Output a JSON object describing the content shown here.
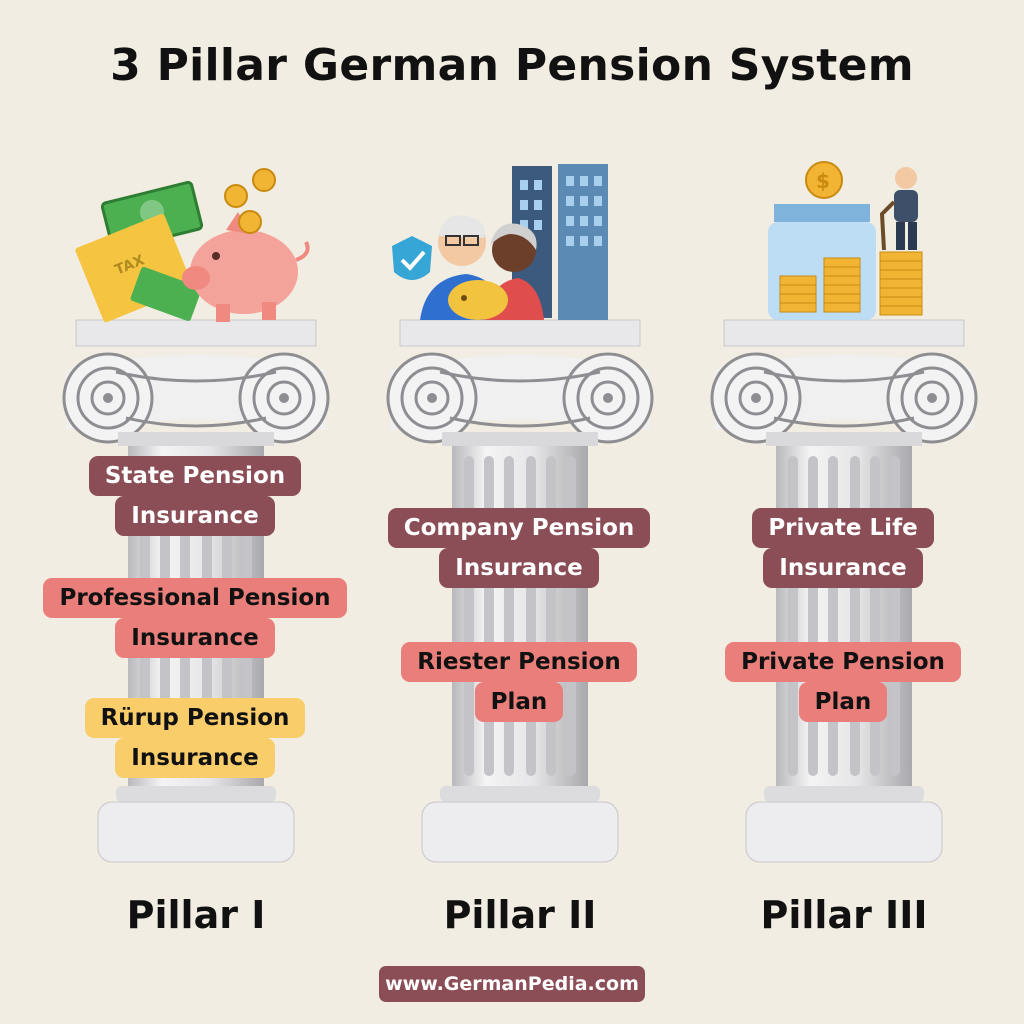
{
  "title": "3 Pillar German Pension System",
  "illustrations": {
    "pillar1": {
      "icons": [
        "money-bill-icon",
        "tax-document-icon",
        "piggy-bank-icon",
        "coin-icon"
      ],
      "tax_text": "TAX"
    },
    "pillar2": {
      "icons": [
        "shield-check-icon",
        "elderly-couple-icon",
        "piggy-bank-icon",
        "office-building-icon"
      ]
    },
    "pillar3": {
      "icons": [
        "coin-jar-icon",
        "coin-stack-icon",
        "elderly-person-icon",
        "dollar-coin-icon"
      ]
    }
  },
  "pillars": [
    {
      "label": "Pillar I",
      "items": [
        {
          "lines": [
            "State Pension",
            "Insurance"
          ],
          "color": "maroon"
        },
        {
          "lines": [
            "Professional Pension",
            "Insurance"
          ],
          "color": "salmon"
        },
        {
          "lines": [
            "Rürup Pension",
            "Insurance"
          ],
          "color": "yellow"
        }
      ]
    },
    {
      "label": "Pillar II",
      "items": [
        {
          "lines": [
            "Company Pension",
            "Insurance"
          ],
          "color": "maroon"
        },
        {
          "lines": [
            "Riester Pension",
            "Plan"
          ],
          "color": "salmon"
        }
      ]
    },
    {
      "label": "Pillar III",
      "items": [
        {
          "lines": [
            "Private Life",
            "Insurance"
          ],
          "color": "maroon"
        },
        {
          "lines": [
            "Private Pension",
            "Plan"
          ],
          "color": "salmon"
        }
      ]
    }
  ],
  "footer": "www.GermanPedia.com",
  "colors": {
    "background": "#f2ede2",
    "maroon": "#8b4e56",
    "salmon": "#e97e7a",
    "yellow": "#f8cd6a"
  }
}
